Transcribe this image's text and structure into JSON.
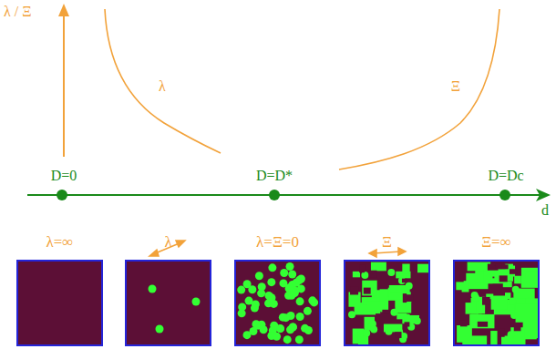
{
  "diagram": {
    "nodes": [
      {
        "text": [
          "λ=∞"
        ]
      },
      {
        "text": [
          "λ"
        ]
      },
      {
        "text": [
          "λ=Ξ=0"
        ]
      },
      {
        "text": [
          "Ξ"
        ]
      },
      {
        "text": [
          "Ξ=∞"
        ]
      }
    ],
    "labels": [
      "λ / Ξ",
      "λ",
      "Ξ",
      "D=0",
      "D=D*",
      "D=Dc",
      "d"
    ]
  }
}
